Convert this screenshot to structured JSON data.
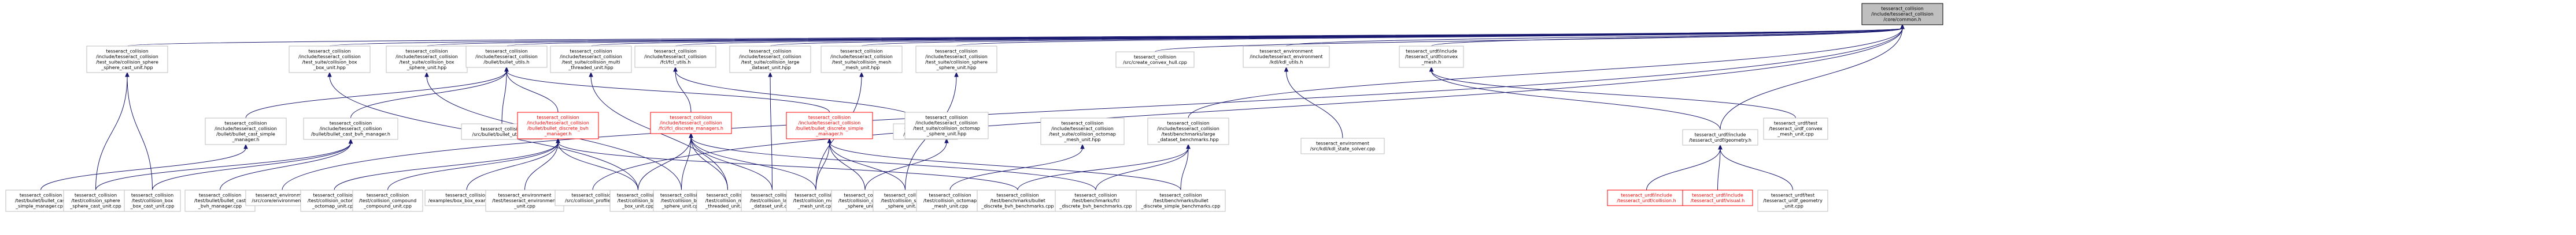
{
  "nodes": [
    {
      "id": "root",
      "lines": [
        "tesseract_collision",
        "/include/tesseract_collision",
        "/core/common.h"
      ],
      "kind": "root"
    },
    {
      "id": "n1",
      "lines": [
        "tesseract_collision",
        "/include/tesseract_collision",
        "/test_suite/collision_sphere",
        "_sphere_cast_unit.hpp"
      ]
    },
    {
      "id": "n2",
      "lines": [
        "tesseract_collision",
        "/include/tesseract_collision",
        "/test_suite/collision_box",
        "_box_unit.hpp"
      ]
    },
    {
      "id": "n3",
      "lines": [
        "tesseract_collision",
        "/include/tesseract_collision",
        "/test_suite/collision_box",
        "_sphere_unit.hpp"
      ]
    },
    {
      "id": "n4",
      "lines": [
        "tesseract_collision",
        "/include/tesseract_collision",
        "/bullet/bullet_utils.h"
      ]
    },
    {
      "id": "n5",
      "lines": [
        "tesseract_collision",
        "/include/tesseract_collision",
        "/test_suite/collision_multi",
        "_threaded_unit.hpp"
      ]
    },
    {
      "id": "n6",
      "lines": [
        "tesseract_collision",
        "/include/tesseract_collision",
        "/fcl/fcl_utils.h"
      ]
    },
    {
      "id": "n7",
      "lines": [
        "tesseract_collision",
        "/include/tesseract_collision",
        "/test_suite/collision_large",
        "_dataset_unit.hpp"
      ]
    },
    {
      "id": "n8",
      "lines": [
        "tesseract_collision",
        "/include/tesseract_collision",
        "/test_suite/collision_mesh",
        "_mesh_unit.hpp"
      ]
    },
    {
      "id": "n9",
      "lines": [
        "tesseract_collision",
        "/include/tesseract_collision",
        "/test_suite/collision_sphere",
        "_sphere_unit.hpp"
      ]
    },
    {
      "id": "n10",
      "lines": [
        "tesseract_collision",
        "/src/create_convex_hull.cpp"
      ]
    },
    {
      "id": "n11",
      "lines": [
        "tesseract_environment",
        "/include/tesseract_environment",
        "/kdl/kdl_utils.h"
      ]
    },
    {
      "id": "n12",
      "lines": [
        "tesseract_urdf/include",
        "/tesseract_urdf/convex",
        "_mesh.h"
      ]
    },
    {
      "id": "n13",
      "lines": [
        "tesseract_collision",
        "/include/tesseract_collision",
        "/bullet/bullet_cast_simple",
        "_manager.h"
      ]
    },
    {
      "id": "n14",
      "lines": [
        "tesseract_collision",
        "/include/tesseract_collision",
        "/bullet/bullet_cast_bvh_manager.h"
      ]
    },
    {
      "id": "n15",
      "lines": [
        "tesseract_collision",
        "/src/bullet/bullet_utils.cpp"
      ]
    },
    {
      "id": "n16",
      "lines": [
        "tesseract_collision",
        "/include/tesseract_collision",
        "/bullet/bullet_discrete_bvh",
        "_manager.h"
      ],
      "kind": "red"
    },
    {
      "id": "n17",
      "lines": [
        "tesseract_collision",
        "/include/tesseract_collision",
        "/fcl/fcl_discrete_managers.h"
      ],
      "kind": "red"
    },
    {
      "id": "n18",
      "lines": [
        "tesseract_collision",
        "/include/tesseract_collision",
        "/bullet/bullet_discrete_simple",
        "_manager.h"
      ],
      "kind": "red"
    },
    {
      "id": "n19",
      "lines": [
        "tesseract_collision",
        "/src/fcl/fcl_utils.cpp"
      ]
    },
    {
      "id": "n20",
      "lines": [
        "tesseract_collision",
        "/include/tesseract_collision",
        "/test_suite/collision_octomap",
        "_sphere_unit.hpp"
      ]
    },
    {
      "id": "n21",
      "lines": [
        "tesseract_collision",
        "/include/tesseract_collision",
        "/test_suite/collision_octomap",
        "_mesh_unit.hpp"
      ]
    },
    {
      "id": "n22",
      "lines": [
        "tesseract_collision",
        "/include/tesseract_collision",
        "/test/benchmarks/large",
        "_dataset_benchmarks.hpp"
      ]
    },
    {
      "id": "n23",
      "lines": [
        "tesseract_environment",
        "/src/kdl/kdl_state_solver.cpp"
      ]
    },
    {
      "id": "n24",
      "lines": [
        "tesseract_urdf/include",
        "/tesseract_urdf/geometry.h"
      ]
    },
    {
      "id": "n25",
      "lines": [
        "tesseract_urdf/test",
        "/tesseract_urdf_convex",
        "_mesh_unit.cpp"
      ]
    },
    {
      "id": "b1",
      "lines": [
        "tesseract_collision",
        "/test/bullet/bullet_cast",
        "_simple_manager.cpp"
      ]
    },
    {
      "id": "b2",
      "lines": [
        "tesseract_collision",
        "/test/collision_sphere",
        "_sphere_cast_unit.cpp"
      ]
    },
    {
      "id": "b3",
      "lines": [
        "tesseract_collision",
        "/test/collision_box",
        "_box_cast_unit.cpp"
      ]
    },
    {
      "id": "b4",
      "lines": [
        "tesseract_collision",
        "/test/bullet/bullet_cast",
        "_bvh_manager.cpp"
      ]
    },
    {
      "id": "b5",
      "lines": [
        "tesseract_environment",
        "/src/core/environment.cpp"
      ]
    },
    {
      "id": "b6",
      "lines": [
        "tesseract_collision",
        "/test/collision_octomap",
        "_octomap_unit.cpp"
      ]
    },
    {
      "id": "b7",
      "lines": [
        "tesseract_collision",
        "/test/collision_compound",
        "_compound_unit.cpp"
      ]
    },
    {
      "id": "b8",
      "lines": [
        "tesseract_collision",
        "/examples/box_box_example.cpp"
      ]
    },
    {
      "id": "b9",
      "lines": [
        "tesseract_environment",
        "/test/tesseract_environment",
        "_unit.cpp"
      ]
    },
    {
      "id": "b10",
      "lines": [
        "tesseract_collision",
        "/src/collision_profile.cpp"
      ]
    },
    {
      "id": "b11",
      "lines": [
        "tesseract_collision",
        "/test/collision_box",
        "_box_unit.cpp"
      ]
    },
    {
      "id": "b12",
      "lines": [
        "tesseract_collision",
        "/test/collision_box",
        "_sphere_unit.cpp"
      ]
    },
    {
      "id": "b13",
      "lines": [
        "tesseract_collision",
        "/test/collision_multi",
        "_threaded_unit.cpp"
      ]
    },
    {
      "id": "b14",
      "lines": [
        "tesseract_collision",
        "/test/collision_large",
        "_dataset_unit.cpp"
      ]
    },
    {
      "id": "b15",
      "lines": [
        "tesseract_collision",
        "/test/collision_mesh",
        "_mesh_unit.cpp"
      ]
    },
    {
      "id": "b16",
      "lines": [
        "tesseract_collision",
        "/test/collision_octomap",
        "_sphere_unit.cpp"
      ]
    },
    {
      "id": "b17",
      "lines": [
        "tesseract_collision",
        "/test/collision_sphere",
        "_sphere_unit.cpp"
      ]
    },
    {
      "id": "b18",
      "lines": [
        "tesseract_collision",
        "/test/collision_octomap",
        "_mesh_unit.cpp"
      ]
    },
    {
      "id": "b19",
      "lines": [
        "tesseract_collision",
        "/test/benchmarks/bullet",
        "_discrete_bvh_benchmarks.cpp"
      ]
    },
    {
      "id": "b20",
      "lines": [
        "tesseract_collision",
        "/test/benchmarks/fcl",
        "_discrete_bvh_benchmarks.cpp"
      ]
    },
    {
      "id": "b21",
      "lines": [
        "tesseract_collision",
        "/test/benchmarks/bullet",
        "_discrete_simple_benchmarks.cpp"
      ]
    },
    {
      "id": "b22",
      "lines": [
        "tesseract_urdf/include",
        "/tesseract_urdf/collision.h"
      ],
      "kind": "red"
    },
    {
      "id": "b23",
      "lines": [
        "tesseract_urdf/include",
        "/tesseract_urdf/visual.h"
      ],
      "kind": "red"
    },
    {
      "id": "b24",
      "lines": [
        "tesseract_urdf/test",
        "/tesseract_urdf_geometry",
        "_unit.cpp"
      ]
    }
  ],
  "edges": [
    [
      "n1",
      "root"
    ],
    [
      "n2",
      "root"
    ],
    [
      "n3",
      "root"
    ],
    [
      "n4",
      "root"
    ],
    [
      "n5",
      "root"
    ],
    [
      "n6",
      "root"
    ],
    [
      "n7",
      "root"
    ],
    [
      "n8",
      "root"
    ],
    [
      "n9",
      "root"
    ],
    [
      "n10",
      "root"
    ],
    [
      "n11",
      "root"
    ],
    [
      "n12",
      "root"
    ],
    [
      "b5",
      "root"
    ],
    [
      "b10",
      "root"
    ],
    [
      "n22",
      "root"
    ],
    [
      "n24",
      "root"
    ],
    [
      "b2",
      "n1"
    ],
    [
      "b3",
      "n1"
    ],
    [
      "n13",
      "n4"
    ],
    [
      "n14",
      "n4"
    ],
    [
      "n15",
      "n4"
    ],
    [
      "n16",
      "n4"
    ],
    [
      "n18",
      "n4"
    ],
    [
      "n17",
      "n6"
    ],
    [
      "n19",
      "n6"
    ],
    [
      "b1",
      "n13"
    ],
    [
      "b4",
      "n14"
    ],
    [
      "b3",
      "n14"
    ],
    [
      "b2",
      "n14"
    ],
    [
      "b11",
      "n2"
    ],
    [
      "b12",
      "n3"
    ],
    [
      "b13",
      "n5"
    ],
    [
      "b14",
      "n7"
    ],
    [
      "b15",
      "n8"
    ],
    [
      "b17",
      "n9"
    ],
    [
      "b6",
      "n16"
    ],
    [
      "b7",
      "n16"
    ],
    [
      "b8",
      "n16"
    ],
    [
      "b9",
      "n16"
    ],
    [
      "b11",
      "n16"
    ],
    [
      "b19",
      "n16"
    ],
    [
      "b11",
      "n17"
    ],
    [
      "b12",
      "n17"
    ],
    [
      "b13",
      "n17"
    ],
    [
      "b14",
      "n17"
    ],
    [
      "b15",
      "n17"
    ],
    [
      "b20",
      "n17"
    ],
    [
      "b15",
      "n18"
    ],
    [
      "b16",
      "n18"
    ],
    [
      "b17",
      "n18"
    ],
    [
      "b21",
      "n18"
    ],
    [
      "b16",
      "n20"
    ],
    [
      "b18",
      "n21"
    ],
    [
      "b19",
      "n22"
    ],
    [
      "b20",
      "n22"
    ],
    [
      "b21",
      "n22"
    ],
    [
      "n23",
      "n11"
    ],
    [
      "n24",
      "n12"
    ],
    [
      "n25",
      "n12"
    ],
    [
      "b22",
      "n24"
    ],
    [
      "b23",
      "n24"
    ],
    [
      "b24",
      "n24"
    ]
  ]
}
